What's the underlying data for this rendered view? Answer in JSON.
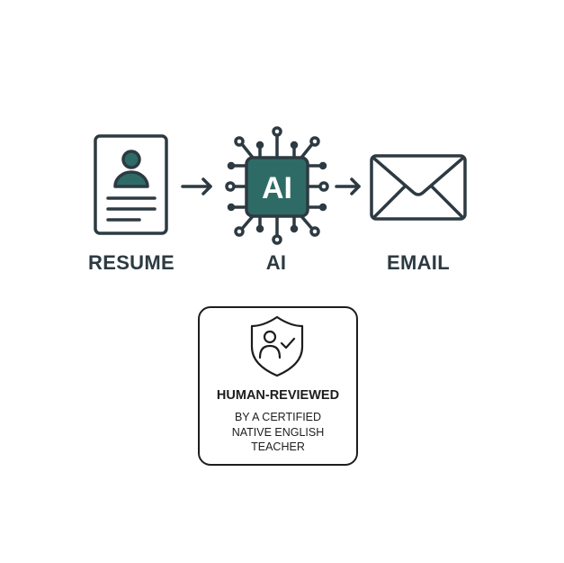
{
  "flow": {
    "steps": [
      {
        "label": "RESUME",
        "icon": "resume-icon"
      },
      {
        "label": "AI",
        "icon": "ai-chip-icon",
        "chip_text": "AI"
      },
      {
        "label": "EMAIL",
        "icon": "envelope-icon"
      }
    ]
  },
  "badge": {
    "icon": "shield-person-check-icon",
    "title": "HUMAN-REVIEWED",
    "line1": "BY A CERTIFIED",
    "line2": "NATIVE ENGLISH",
    "line3": "TEACHER"
  },
  "colors": {
    "ink": "#2d3a42",
    "teal": "#2f6b66"
  }
}
